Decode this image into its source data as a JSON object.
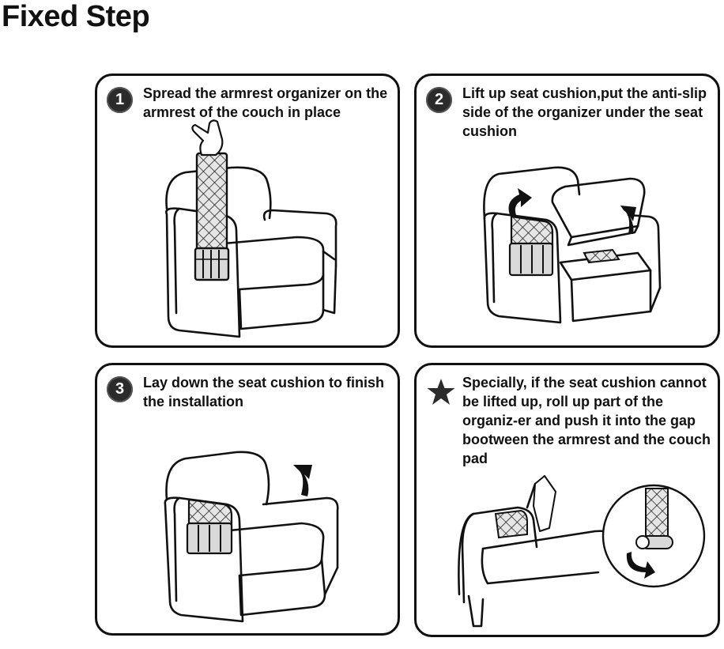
{
  "title": "Fixed Step",
  "steps": [
    {
      "badge": "1",
      "text": "Spread the armrest organizer on the armrest of the couch in place"
    },
    {
      "badge": "2",
      "text": "Lift up seat cushion,put the anti-slip side of the organizer under the seat cushion"
    },
    {
      "badge": "3",
      "text": "Lay down the seat cushion to finish the installation"
    },
    {
      "badge_icon": "star-icon",
      "text": "Specially, if the seat cushion cannot be lifted up, roll up part of the organiz-er and push it into the gap bootween the armrest and the couch pad"
    }
  ],
  "colors": {
    "line": "#111111",
    "shade": "#d9d9d9",
    "badge": "#2b2b2b"
  }
}
